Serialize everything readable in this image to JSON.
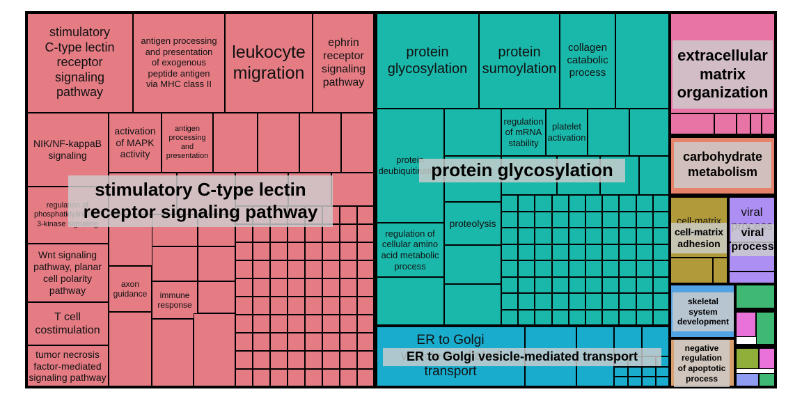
{
  "chart_data": {
    "type": "treemap",
    "groups": [
      {
        "name": "stimulatory C-type lectin receptor signaling pathway",
        "color": "#e57c84",
        "terms": [
          "stimulatory C-type lectin receptor signaling pathway",
          "antigen processing and presentation of exogenous peptide antigen via MHC class II",
          "leukocyte migration",
          "ephrin receptor signaling pathway",
          "NIK/NF-kappaB signaling",
          "activation of MAPK activity",
          "antigen processing and presentation",
          "regulation of phosphatidylinositol 3-kinase signaling",
          "Wnt signaling pathway, planar cell polarity pathway",
          "axon guidance",
          "immune response",
          "T cell costimulation",
          "tumor necrosis factor-mediated signaling pathway"
        ]
      },
      {
        "name": "protein glycosylation",
        "color": "#1ab8ab",
        "terms": [
          "protein glycosylation",
          "protein sumoylation",
          "collagen catabolic process",
          "protein deubiquitination",
          "regulation of mRNA stability",
          "platelet activation",
          "proteolysis",
          "regulation of cellular amino acid metabolic process"
        ]
      },
      {
        "name": "ER to Golgi vesicle-mediated transport",
        "color": "#1aaccd",
        "terms": [
          "ER to Golgi vesicle-mediated transport"
        ]
      },
      {
        "name": "extracellular matrix organization",
        "color": "#e874a6",
        "terms": [
          "extracellular matrix organization"
        ]
      },
      {
        "name": "carbohydrate metabolism",
        "color": "#e4826a",
        "terms": [
          "carbohydrate metabolism"
        ]
      },
      {
        "name": "cell-matrix adhesion",
        "color": "#b19a3a",
        "terms": [
          "cell-matrix adhesion"
        ]
      },
      {
        "name": "viral process",
        "color": "#ad8ef2",
        "terms": [
          "viral process"
        ]
      },
      {
        "name": "skeletal system development",
        "color": "#52a3e3",
        "terms": [
          "skeletal system development"
        ]
      },
      {
        "name": "negative regulation of apoptotic process",
        "color": "#d8a06e",
        "terms": [
          "negative regulation of apoptotic process"
        ]
      }
    ],
    "cell_labels": {
      "c1": "stimulatory\nC-type lectin\nreceptor\nsignaling\npathway",
      "c2": "antigen processing\nand presentation\nof exogenous\npeptide antigen\nvia MHC class II",
      "c3": "leukocyte\nmigration",
      "c4": "ephrin\nreceptor\nsignaling\npathway",
      "c5": "NIK/NF-kappaB\nsignaling",
      "c6": "activation\nof MAPK\nactivity",
      "c7": "antigen\nprocessing\nand\npresentation",
      "c8": "regulation of\nphosphatidylinositol\n3-kinase signaling",
      "c9": "Wnt signaling\npathway, planar\ncell polarity\npathway",
      "c10": "axon\nguidance",
      "c11": "immune\nresponse",
      "c12": "T cell\ncostimulation",
      "c13": "tumor necrosis\nfactor-mediated\nsignaling pathway",
      "t1": "protein\nglycosylation",
      "t2": "protein\nsumoylation",
      "t3": "collagen\ncatabolic\nprocess",
      "t4": "protein\ndeubiquitination",
      "t5": "regulation\nof mRNA\nstability",
      "t6": "platelet\nactivation",
      "t7": "proteolysis",
      "t8": "regulation of\ncellular amino\nacid metabolic\nprocess",
      "b1": "ER to Golgi\nvesicle-mediated\ntransport",
      "m1": "cell-matrix\nadhesion",
      "v1": "viral\nprocess"
    },
    "group_labels": {
      "red": "stimulatory C-type lectin\nreceptor signaling pathway",
      "teal": "protein glycosylation",
      "blue": "ER to Golgi vesicle-mediated transport",
      "pink": "extracellular\nmatrix\norganization",
      "orange": "carbohydrate\nmetabolism",
      "olive": "cell-matrix\nadhesion",
      "purple": "viral\nprocess",
      "sky": "skeletal\nsystem\ndevelopment",
      "tan": "negative\nregulation\nof apoptotic\nprocess"
    }
  }
}
